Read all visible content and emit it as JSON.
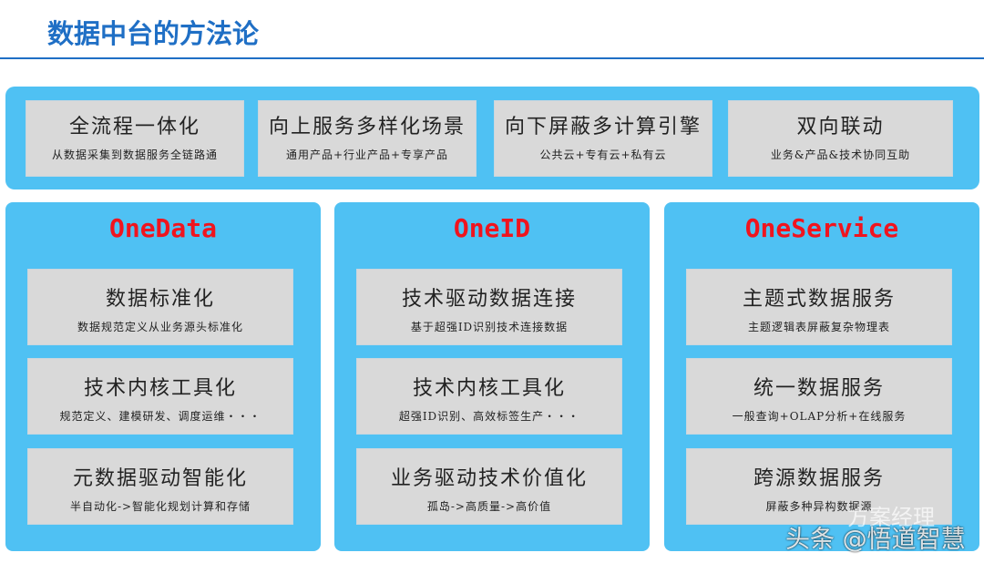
{
  "title": "数据中台的方法论",
  "top": [
    {
      "h": "全流程一体化",
      "s": "从数据采集到数据服务全链路通"
    },
    {
      "h": "向上服务多样化场景",
      "s": "通用产品+行业产品+专享产品"
    },
    {
      "h": "向下屏蔽多计算引擎",
      "s": "公共云+专有云+私有云"
    },
    {
      "h": "双向联动",
      "s": "业务&产品&技术协同互助"
    }
  ],
  "columns": [
    {
      "name": "OneData",
      "items": [
        {
          "h": "数据标准化",
          "s": "数据规范定义从业务源头标准化"
        },
        {
          "h": "技术内核工具化",
          "s": "规范定义、建模研发、调度运维・・・"
        },
        {
          "h": "元数据驱动智能化",
          "s": "半自动化->智能化规划计算和存储"
        }
      ]
    },
    {
      "name": "OneID",
      "items": [
        {
          "h": "技术驱动数据连接",
          "s": "基于超强ID识别技术连接数据"
        },
        {
          "h": "技术内核工具化",
          "s": "超强ID识别、高效标签生产・・・"
        },
        {
          "h": "业务驱动技术价值化",
          "s": "孤岛->高质量->高价值"
        }
      ]
    },
    {
      "name": "OneService",
      "items": [
        {
          "h": "主题式数据服务",
          "s": "主题逻辑表屏蔽复杂物理表"
        },
        {
          "h": "统一数据服务",
          "s": "一般查询+OLAP分析+在线服务"
        },
        {
          "h": "跨源数据服务",
          "s": "屏蔽多种异构数据源"
        }
      ]
    }
  ],
  "watermark": {
    "line1": "方案经理",
    "line2": "头条 @悟道智慧"
  },
  "colors": {
    "title": "#1f6fc5",
    "panel": "#4fc1f3",
    "card": "#d9d9d9",
    "header": "#f0141e"
  }
}
